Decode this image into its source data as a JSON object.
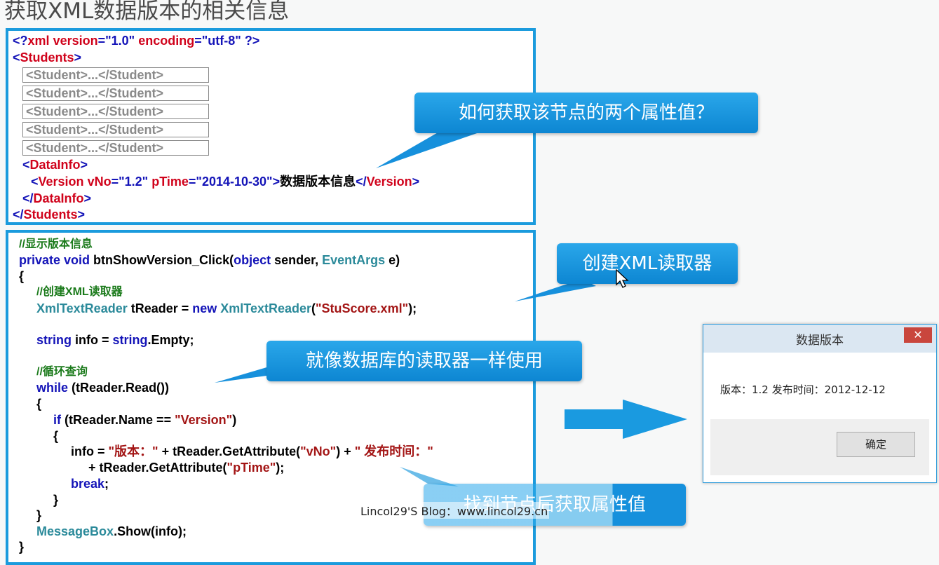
{
  "slide_title": "获取XML数据版本的相关信息",
  "xml": {
    "decl": {
      "open": "<?",
      "kw": "xml",
      "a1": "version",
      "eq": "=",
      "v1": "\"1.0\"",
      "a2": "encoding",
      "v2": "\"utf-8\"",
      "close": "?>"
    },
    "students_open": "Students",
    "student_items": [
      "<Student>...</Student>",
      "<Student>...</Student>",
      "<Student>...</Student>",
      "<Student>...</Student>",
      "<Student>...</Student>"
    ],
    "datainfo_open": "DataInfo",
    "version": {
      "tag": "Version",
      "a1": "vNo",
      "v1": "\"1.2\"",
      "a2": "pTime",
      "v2": "\"2014-10-30\"",
      "text": "数据版本信息",
      "close": "Version"
    },
    "datainfo_close": "DataInfo",
    "students_close": "Students"
  },
  "code": {
    "comment1": "//显示版本信息",
    "sig_private": "private void ",
    "sig_name": "btnShowVersion_Click(",
    "sig_object": "object",
    "sig_sender": " sender, ",
    "sig_eventargs": "EventArgs",
    "sig_e": " e)",
    "brace_open": "{",
    "comment2": "//创建XML读取器",
    "l_xtr1": "XmlTextReader",
    "l_treader": " tReader = ",
    "l_new": "new ",
    "l_xtr2": "XmlTextReader",
    "l_paren": "(",
    "l_file": "\"StuScore.xml\"",
    "l_end": ");",
    "s_string": "string",
    "s_info": " info = ",
    "s_string2": "string",
    "s_empty": ".Empty;",
    "comment3": "//循环查询",
    "w_while": "while",
    "w_rest": " (tReader.Read())",
    "w_brace": "{",
    "if_kw": "if",
    "if_rest": " (tReader.Name == ",
    "if_str": "\"Version\"",
    "if_close": ")",
    "if_brace": "{",
    "i_info": "info = ",
    "i_s1": "\"版本：\"",
    "i_mid": " + tReader.GetAttribute(",
    "i_s2": "\"vNo\"",
    "i_mid2": ") + ",
    "i_s3": "\" 发布时间：\"",
    "p_plus": "+ tReader.GetAttribute(",
    "p_s": "\"pTime\"",
    "p_end": ");",
    "break_kw": "break",
    "break_end": ";",
    "if_brace_close": "}",
    "w_brace_close": "}",
    "mb_class": "MessageBox",
    "mb_rest": ".Show(info);",
    "brace_close": "}"
  },
  "callouts": {
    "c1": "如何获取该节点的两个属性值？",
    "c2": "创建XML读取器",
    "c3": "就像数据库的读取器一样使用",
    "c4": "找到节点后获取属性值"
  },
  "dialog": {
    "title": "数据版本",
    "close": "✕",
    "message": "版本：1.2 发布时间：2012-12-12",
    "ok": "确定"
  },
  "watermark": "Lincol29'S Blog：www.lincol29.cn",
  "colors": {
    "accent": "#1b9bdd",
    "callout": "#1690dc",
    "arrow": "#1a9ae0"
  }
}
